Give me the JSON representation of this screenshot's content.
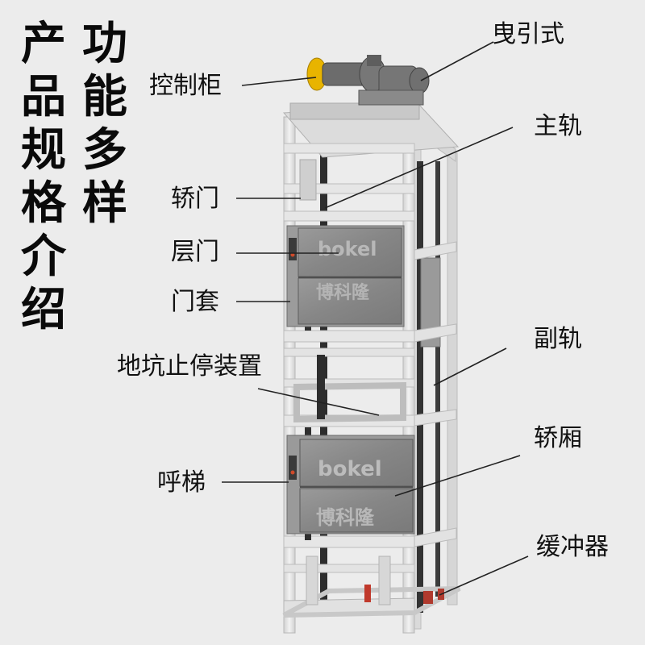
{
  "headline": {
    "left_column": "产品规格介绍",
    "right_column": "功能多样"
  },
  "labels": {
    "traction": "曳引式",
    "control_cabinet": "控制柜",
    "main_rail": "主轨",
    "car_door": "轿门",
    "landing_door": "层门",
    "door_frame": "门套",
    "aux_rail": "副轨",
    "pit_stop": "地坑止停装置",
    "car": "轿厢",
    "call_button": "呼梯",
    "buffer": "缓冲器"
  },
  "brand": {
    "latin": "bokel",
    "chinese": "博科隆"
  },
  "colors": {
    "background": "#ececec",
    "frame": "#e4e4e4",
    "panel": "#8e8e8e",
    "motor": "#6f6f6f",
    "accent_yellow": "#e8b400",
    "leader_line": "#222222"
  }
}
